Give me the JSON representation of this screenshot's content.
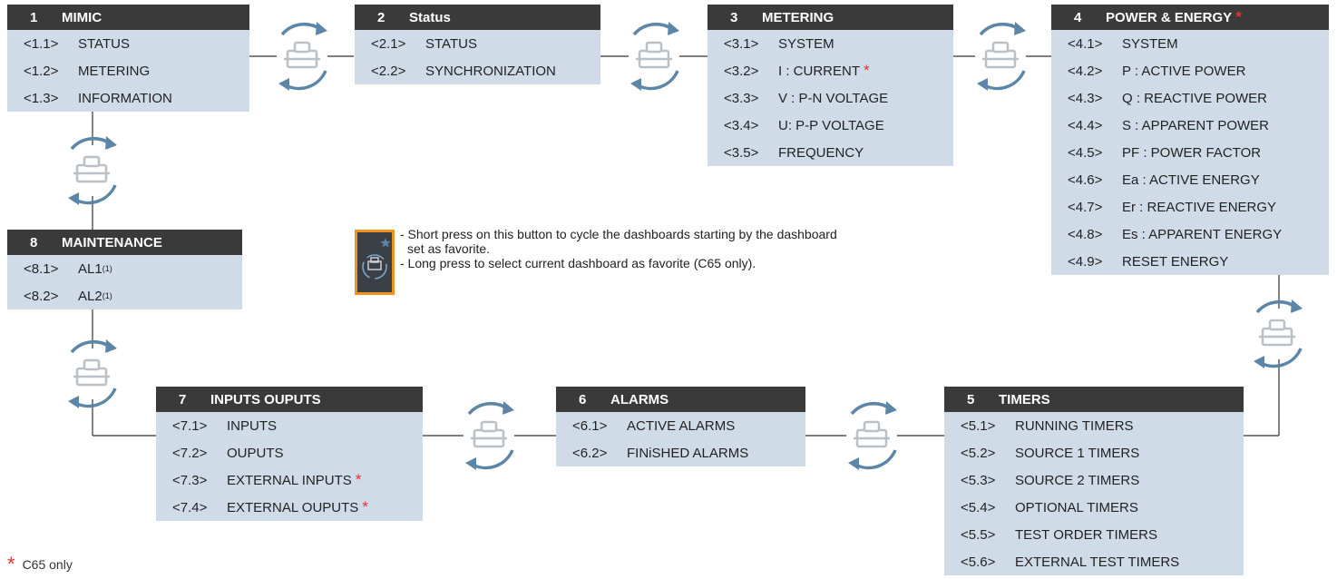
{
  "menus": {
    "m1": {
      "num": "1",
      "title": "MIMIC",
      "items": [
        {
          "code": "<1.1>",
          "label": "STATUS"
        },
        {
          "code": "<1.2>",
          "label": "METERING"
        },
        {
          "code": "<1.3>",
          "label": "INFORMATION"
        }
      ]
    },
    "m2": {
      "num": "2",
      "title": "Status",
      "items": [
        {
          "code": "<2.1>",
          "label": "STATUS"
        },
        {
          "code": "<2.2>",
          "label": "SYNCHRONIZATION"
        }
      ]
    },
    "m3": {
      "num": "3",
      "title": "METERING",
      "items": [
        {
          "code": "<3.1>",
          "label": "SYSTEM"
        },
        {
          "code": "<3.2>",
          "label": "I : CURRENT",
          "star": true
        },
        {
          "code": "<3.3>",
          "label": "V : P-N VOLTAGE"
        },
        {
          "code": "<3.4>",
          "label": "U: P-P VOLTAGE"
        },
        {
          "code": "<3.5>",
          "label": "FREQUENCY"
        }
      ]
    },
    "m4": {
      "num": "4",
      "title": "POWER & ENERGY",
      "title_star": true,
      "items": [
        {
          "code": "<4.1>",
          "label": "SYSTEM"
        },
        {
          "code": "<4.2>",
          "label": "P : ACTIVE POWER"
        },
        {
          "code": "<4.3>",
          "label": "Q : REACTIVE POWER"
        },
        {
          "code": "<4.4>",
          "label": "S : APPARENT POWER"
        },
        {
          "code": "<4.5>",
          "label": "PF : POWER FACTOR"
        },
        {
          "code": "<4.6>",
          "label": "Ea : ACTIVE ENERGY"
        },
        {
          "code": "<4.7>",
          "label": "Er : REACTIVE ENERGY"
        },
        {
          "code": "<4.8>",
          "label": "Es : APPARENT ENERGY"
        },
        {
          "code": "<4.9>",
          "label": "RESET ENERGY"
        }
      ]
    },
    "m5": {
      "num": "5",
      "title": "TIMERS",
      "items": [
        {
          "code": "<5.1>",
          "label": "RUNNING TIMERS"
        },
        {
          "code": "<5.2>",
          "label": "SOURCE 1 TIMERS"
        },
        {
          "code": "<5.3>",
          "label": "SOURCE 2 TIMERS"
        },
        {
          "code": "<5.4>",
          "label": "OPTIONAL TIMERS"
        },
        {
          "code": "<5.5>",
          "label": "TEST ORDER TIMERS"
        },
        {
          "code": "<5.6>",
          "label": "EXTERNAL TEST TIMERS"
        }
      ]
    },
    "m6": {
      "num": "6",
      "title": "ALARMS",
      "items": [
        {
          "code": "<6.1>",
          "label": "ACTIVE ALARMS"
        },
        {
          "code": "<6.2>",
          "label": "FINiSHED ALARMS"
        }
      ]
    },
    "m7": {
      "num": "7",
      "title": "INPUTS OUPUTS",
      "items": [
        {
          "code": "<7.1>",
          "label": "INPUTS"
        },
        {
          "code": "<7.2>",
          "label": "OUPUTS"
        },
        {
          "code": "<7.3>",
          "label": "EXTERNAL INPUTS",
          "star": true
        },
        {
          "code": "<7.4>",
          "label": "EXTERNAL OUPUTS",
          "star": true
        }
      ]
    },
    "m8": {
      "num": "8",
      "title": "MAINTENANCE",
      "items": [
        {
          "code": "<8.1>",
          "label": "AL1",
          "sup": "(1)"
        },
        {
          "code": "<8.2>",
          "label": "AL2",
          "sup": "(1)"
        }
      ]
    }
  },
  "note": {
    "line1": "- Short press on this button to cycle the dashboards starting by the dashboard",
    "line2": "  set as favorite.",
    "line3": "- Long press to select current dashboard as favorite (C65 only)."
  },
  "footnote": "C65 only",
  "star_symbol": "*",
  "icons": {
    "cycle": "cycle-dashboard-icon",
    "favorite": "favorite-button-icon"
  },
  "colors": {
    "header": "#3a3a3a",
    "body": "#cfdce8",
    "accent": "#e8312f",
    "arrow": "#5b86a8",
    "border": "#f0921d"
  }
}
